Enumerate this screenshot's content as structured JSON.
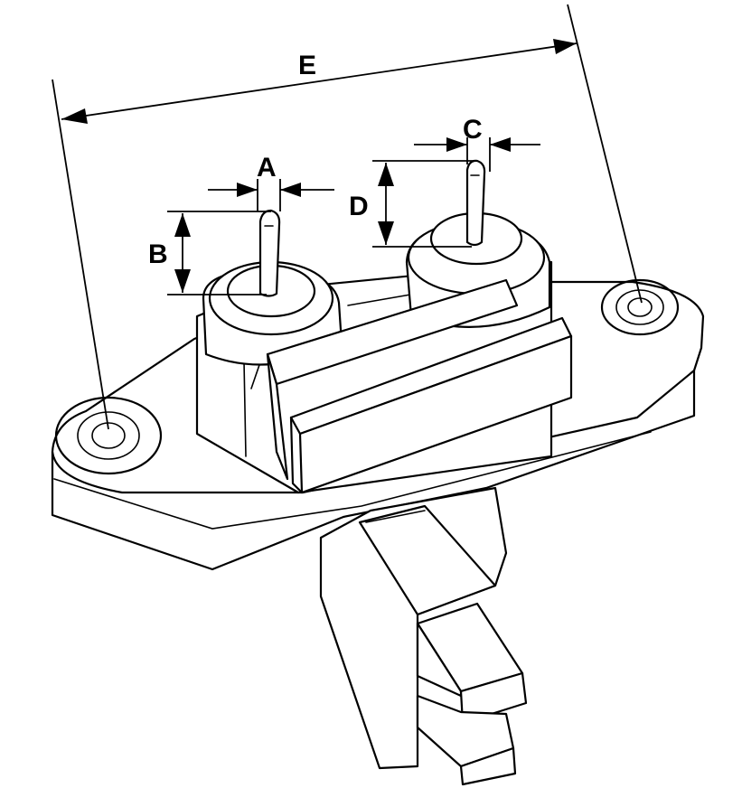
{
  "dimensions": {
    "a": {
      "label": "A"
    },
    "b": {
      "label": "B"
    },
    "c": {
      "label": "C"
    },
    "d": {
      "label": "D"
    },
    "e": {
      "label": "E"
    }
  },
  "colors": {
    "stroke": "#000000",
    "background": "#ffffff"
  }
}
